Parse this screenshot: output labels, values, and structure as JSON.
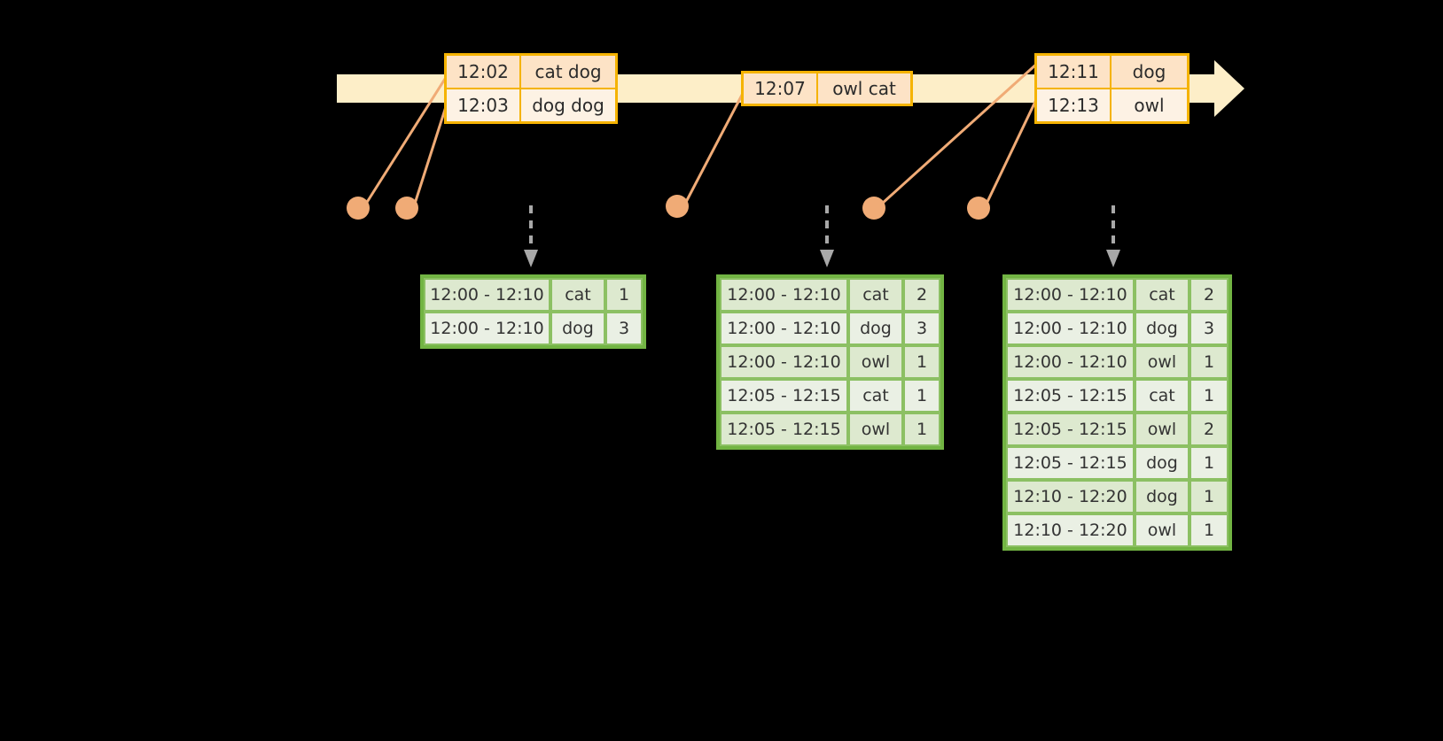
{
  "timeline": {
    "bar_color": "#fdeec8",
    "border_color": "#f5b301",
    "arrow_head": "timeline-arrow-head",
    "events": [
      {
        "id": "event-box-1",
        "rows": [
          {
            "time": "12:02",
            "value": "cat dog"
          },
          {
            "time": "12:03",
            "value": "dog dog"
          }
        ]
      },
      {
        "id": "event-box-2",
        "rows": [
          {
            "time": "12:07",
            "value": "owl cat"
          }
        ]
      },
      {
        "id": "event-box-3",
        "rows": [
          {
            "time": "12:11",
            "value": "dog"
          },
          {
            "time": "12:13",
            "value": "owl"
          }
        ]
      }
    ]
  },
  "markers": {
    "dot_color": "#f0ab76",
    "dots": [
      {
        "name": "trigger-dot-1"
      },
      {
        "name": "trigger-dot-2"
      },
      {
        "name": "trigger-dot-3"
      },
      {
        "name": "trigger-dot-4"
      },
      {
        "name": "trigger-dot-5"
      }
    ]
  },
  "results": {
    "accent_color": "#72b443",
    "columns": [
      "window",
      "key",
      "count"
    ],
    "tables": [
      {
        "id": "result-table-1",
        "rows": [
          {
            "window": "12:00 - 12:10",
            "key": "cat",
            "count": "1"
          },
          {
            "window": "12:00 - 12:10",
            "key": "dog",
            "count": "3"
          }
        ]
      },
      {
        "id": "result-table-2",
        "rows": [
          {
            "window": "12:00 - 12:10",
            "key": "cat",
            "count": "2"
          },
          {
            "window": "12:00 - 12:10",
            "key": "dog",
            "count": "3"
          },
          {
            "window": "12:00 - 12:10",
            "key": "owl",
            "count": "1"
          },
          {
            "window": "12:05 - 12:15",
            "key": "cat",
            "count": "1"
          },
          {
            "window": "12:05 - 12:15",
            "key": "owl",
            "count": "1"
          }
        ]
      },
      {
        "id": "result-table-3",
        "rows": [
          {
            "window": "12:00 - 12:10",
            "key": "cat",
            "count": "2"
          },
          {
            "window": "12:00 - 12:10",
            "key": "dog",
            "count": "3"
          },
          {
            "window": "12:00 - 12:10",
            "key": "owl",
            "count": "1"
          },
          {
            "window": "12:05 - 12:15",
            "key": "cat",
            "count": "1"
          },
          {
            "window": "12:05 - 12:15",
            "key": "owl",
            "count": "2"
          },
          {
            "window": "12:05 - 12:15",
            "key": "dog",
            "count": "1"
          },
          {
            "window": "12:10 - 12:20",
            "key": "dog",
            "count": "1"
          },
          {
            "window": "12:10 - 12:20",
            "key": "owl",
            "count": "1"
          }
        ]
      }
    ]
  }
}
